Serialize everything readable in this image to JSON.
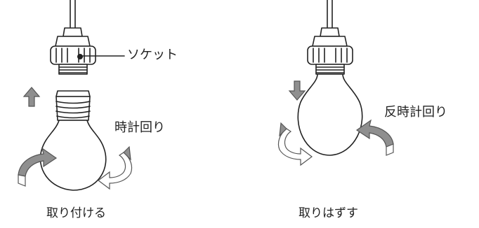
{
  "labels": {
    "socket": "ソケット",
    "clockwise": "時計回り",
    "counterclockwise": "反時計回り",
    "install": "取り付ける",
    "remove": "取りはずす"
  },
  "colors": {
    "line": "#222222",
    "arrow_fill": "#8f8f8f",
    "arrow_stroke": "#555555",
    "bulb_fill": "#ffffff",
    "background": "#ffffff"
  },
  "icons": {
    "up_arrow": "up-arrow-icon",
    "down_arrow": "down-arrow-icon",
    "rotate_arrow": "rotate-arrow-icon"
  }
}
